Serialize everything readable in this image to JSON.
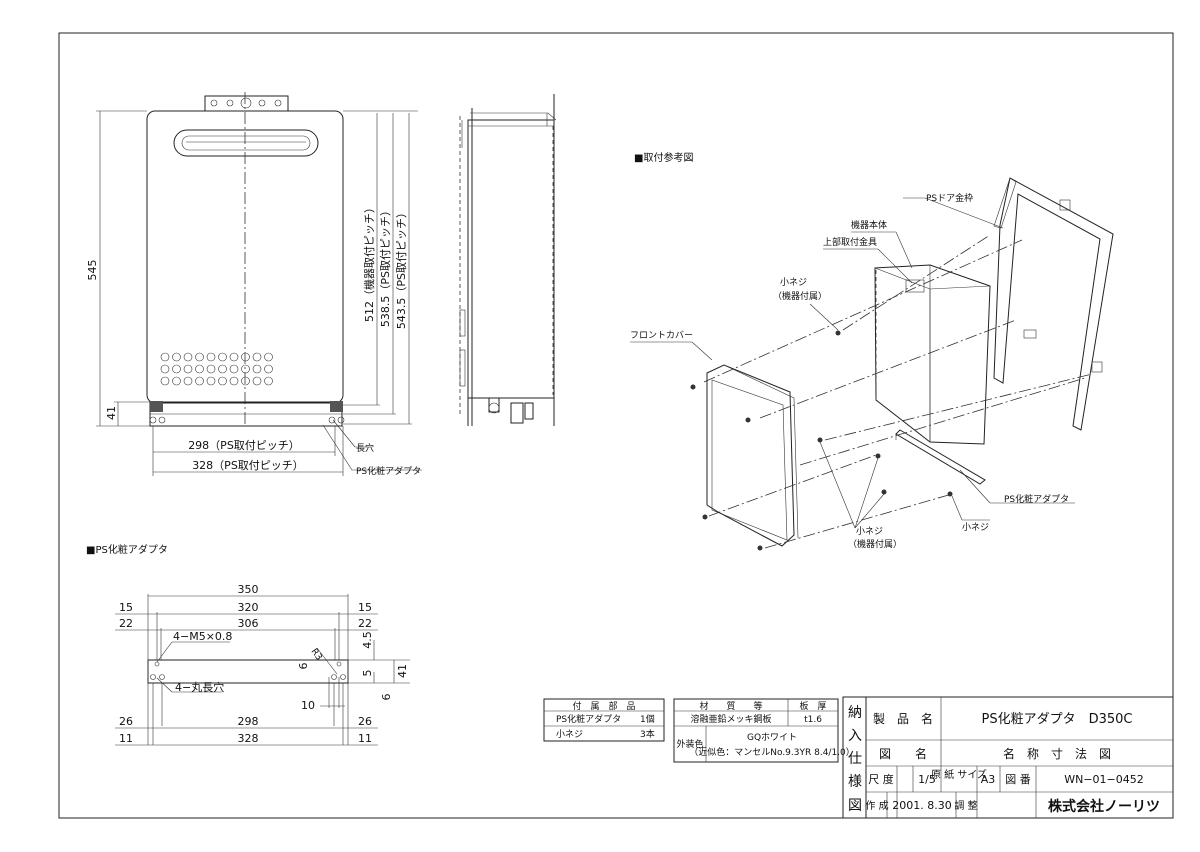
{
  "front_view": {
    "dim_height": "545",
    "dim_pitch_512": "512（機器取付ピッチ）",
    "dim_pitch_538": "538.5（PS取付ピッチ）",
    "dim_pitch_543": "543.5（PS取付ピッチ）",
    "dim_41": "41",
    "dim_298": "298（PS取付ピッチ）",
    "dim_328": "328（PS取付ピッチ）",
    "label_slot": "長穴",
    "label_adapter": "PS化粧アダプタ"
  },
  "install_ref": {
    "title": "■取付参考図",
    "label_door_frame": "PSドア金枠",
    "label_body": "機器本体",
    "label_upper_bracket": "上部取付金具",
    "label_screw1": "小ネジ",
    "label_screw1_note": "（機器付属）",
    "label_front_cover": "フロントカバー",
    "label_adapter": "PS化粧アダプタ",
    "label_screw2": "小ネジ",
    "label_screw3": "小ネジ",
    "label_screw3_note": "（機器付属）"
  },
  "adapter_drawing": {
    "title": "■PS化粧アダプタ",
    "dim_350": "350",
    "dim_320": "320",
    "dim_306": "306",
    "dim_15a": "15",
    "dim_15b": "15",
    "dim_22a": "22",
    "dim_22b": "22",
    "dim_m5": "4−M5×0.8",
    "dim_round": "4−丸長穴",
    "dim_r3": "R3",
    "dim_4_5": "4.5",
    "dim_41": "41",
    "dim_6a": "6",
    "dim_6b": "6",
    "dim_5": "5",
    "dim_10": "10",
    "dim_298": "298",
    "dim_328": "328",
    "dim_26a": "26",
    "dim_26b": "26",
    "dim_11a": "11",
    "dim_11b": "11"
  },
  "parts_table": {
    "header": "付　属　部　品",
    "rows": [
      {
        "name": "PS化粧アダプタ",
        "qty": "1個"
      },
      {
        "name": "小ネジ",
        "qty": "3本"
      }
    ]
  },
  "material_table": {
    "h_material": "材　　質　　等",
    "h_thickness": "板　厚",
    "material": "溶融亜鉛メッキ鋼板",
    "thickness": "t1.6",
    "color_label": "外装色",
    "color_name": "GQホワイト",
    "color_note": "（近似色：マンセルNo.9.3YR 8.4/1.0）"
  },
  "title_block": {
    "side": [
      "納",
      "入",
      "仕",
      "様",
      "図"
    ],
    "product_label": "製　品　名",
    "product_value": "PS化粧アダプタ　D350C",
    "drawing_label": "図　　名",
    "drawing_value": "名　称　寸　法　図",
    "scale_label": "尺 度",
    "scale_value": "1/5",
    "paper_label": "原 紙\nサイズ",
    "paper_value": "A3",
    "number_label": "図 番",
    "number_value": "WN−01−0452",
    "created_label": "作\n成",
    "created_value": "2001. 8.30",
    "adjust_label": "調\n整",
    "company": "株式会社ノーリツ"
  }
}
